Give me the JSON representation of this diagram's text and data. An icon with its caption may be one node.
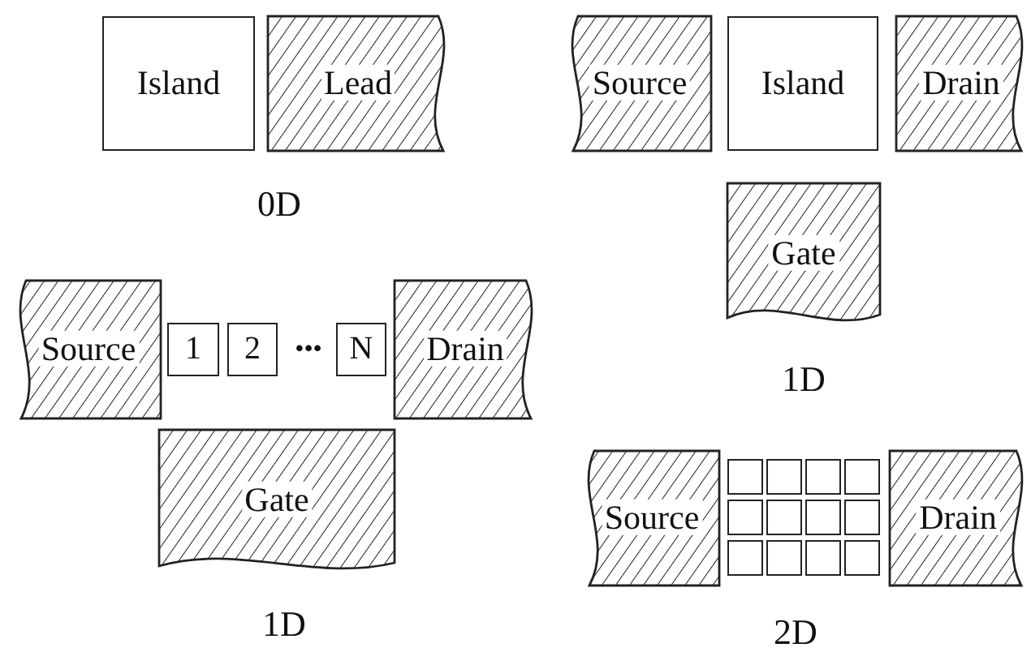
{
  "diagram": {
    "nodes": [
      {
        "text": [
          "Island"
        ]
      },
      {
        "text": [
          "Lead"
        ]
      },
      {
        "text": [
          "Source"
        ]
      },
      {
        "text": [
          "Island"
        ]
      },
      {
        "text": [
          "Drain"
        ]
      },
      {
        "text": [
          "Gate"
        ]
      },
      {
        "text": [
          "Source"
        ]
      },
      {
        "text": [
          "1"
        ]
      },
      {
        "text": [
          "2"
        ]
      },
      {
        "text": [
          "N"
        ]
      },
      {
        "text": [
          "Drain"
        ]
      },
      {
        "text": [
          "Gate"
        ]
      },
      {
        "text": [
          "Source"
        ]
      },
      {
        "text": [],
        "shape": "box"
      },
      {
        "text": [],
        "shape": "box"
      },
      {
        "text": [],
        "shape": "box"
      },
      {
        "text": [],
        "shape": "box"
      },
      {
        "text": [],
        "shape": "box"
      },
      {
        "text": [],
        "shape": "box"
      },
      {
        "text": [],
        "shape": "box"
      },
      {
        "text": [],
        "shape": "box"
      },
      {
        "text": [],
        "shape": "box"
      },
      {
        "text": [],
        "shape": "box"
      },
      {
        "text": [],
        "shape": "box"
      },
      {
        "text": [],
        "shape": "box"
      },
      {
        "text": [
          "Drain"
        ]
      }
    ],
    "labels": [
      "0D",
      "•••",
      "1D",
      "1D",
      "2D"
    ]
  }
}
